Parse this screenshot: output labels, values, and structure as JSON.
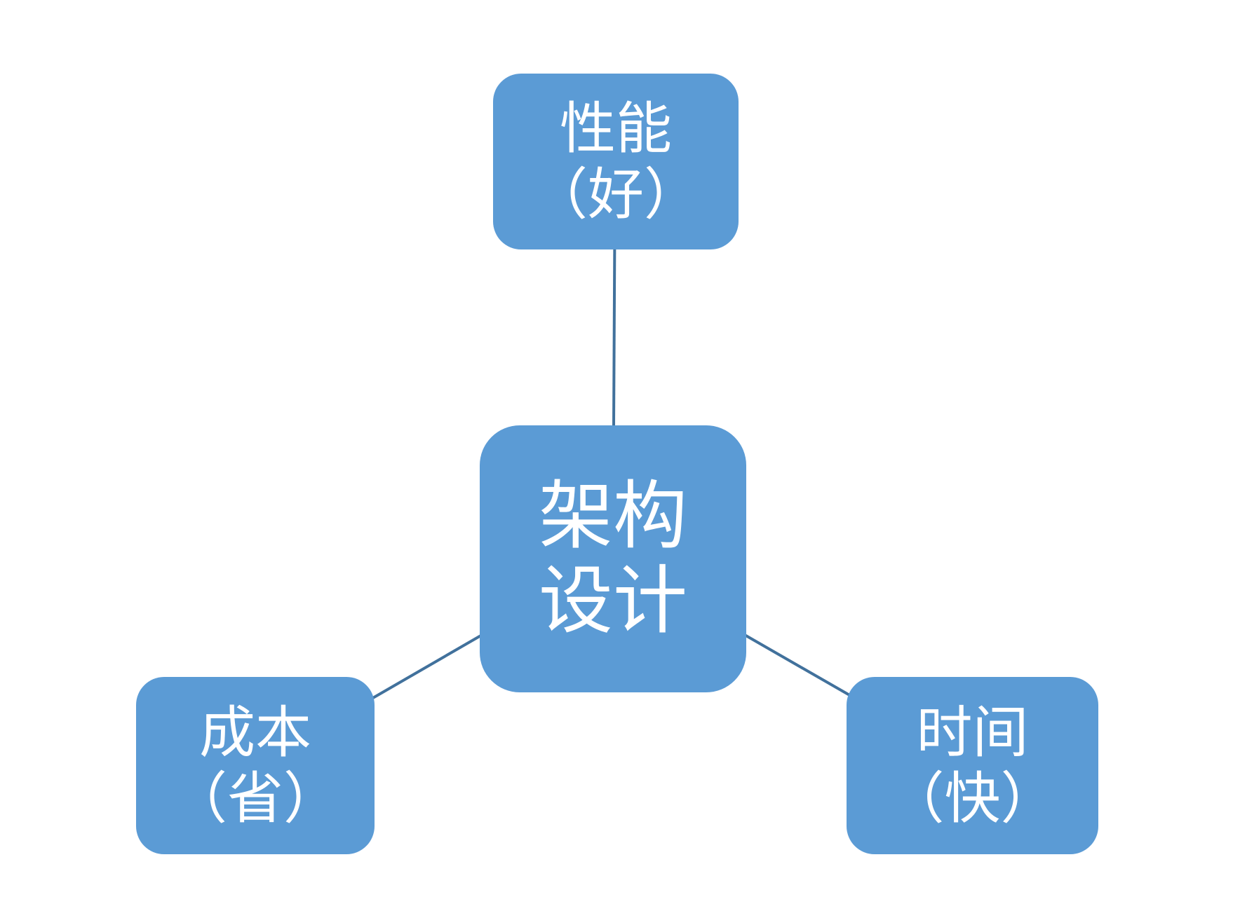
{
  "diagram": {
    "type": "radial",
    "colors": {
      "background": "#FFFFFF",
      "node_fill": "#5B9BD5",
      "connector": "#41719C",
      "text": "#FFFFFF"
    },
    "center": {
      "label": "架构设计",
      "lines": [
        "架构",
        "设计"
      ]
    },
    "satellites": [
      {
        "position": "top",
        "label": "性能（好）",
        "lines": [
          "性能",
          "（好）"
        ]
      },
      {
        "position": "bottom-left",
        "label": "成本（省）",
        "lines": [
          "成本",
          "（省）"
        ]
      },
      {
        "position": "bottom-right",
        "label": "时间（快）",
        "lines": [
          "时间",
          "（快）"
        ]
      }
    ],
    "edges": [
      {
        "from": "架构设计",
        "to": "性能（好）"
      },
      {
        "from": "架构设计",
        "to": "成本（省）"
      },
      {
        "from": "架构设计",
        "to": "时间（快）"
      }
    ]
  }
}
